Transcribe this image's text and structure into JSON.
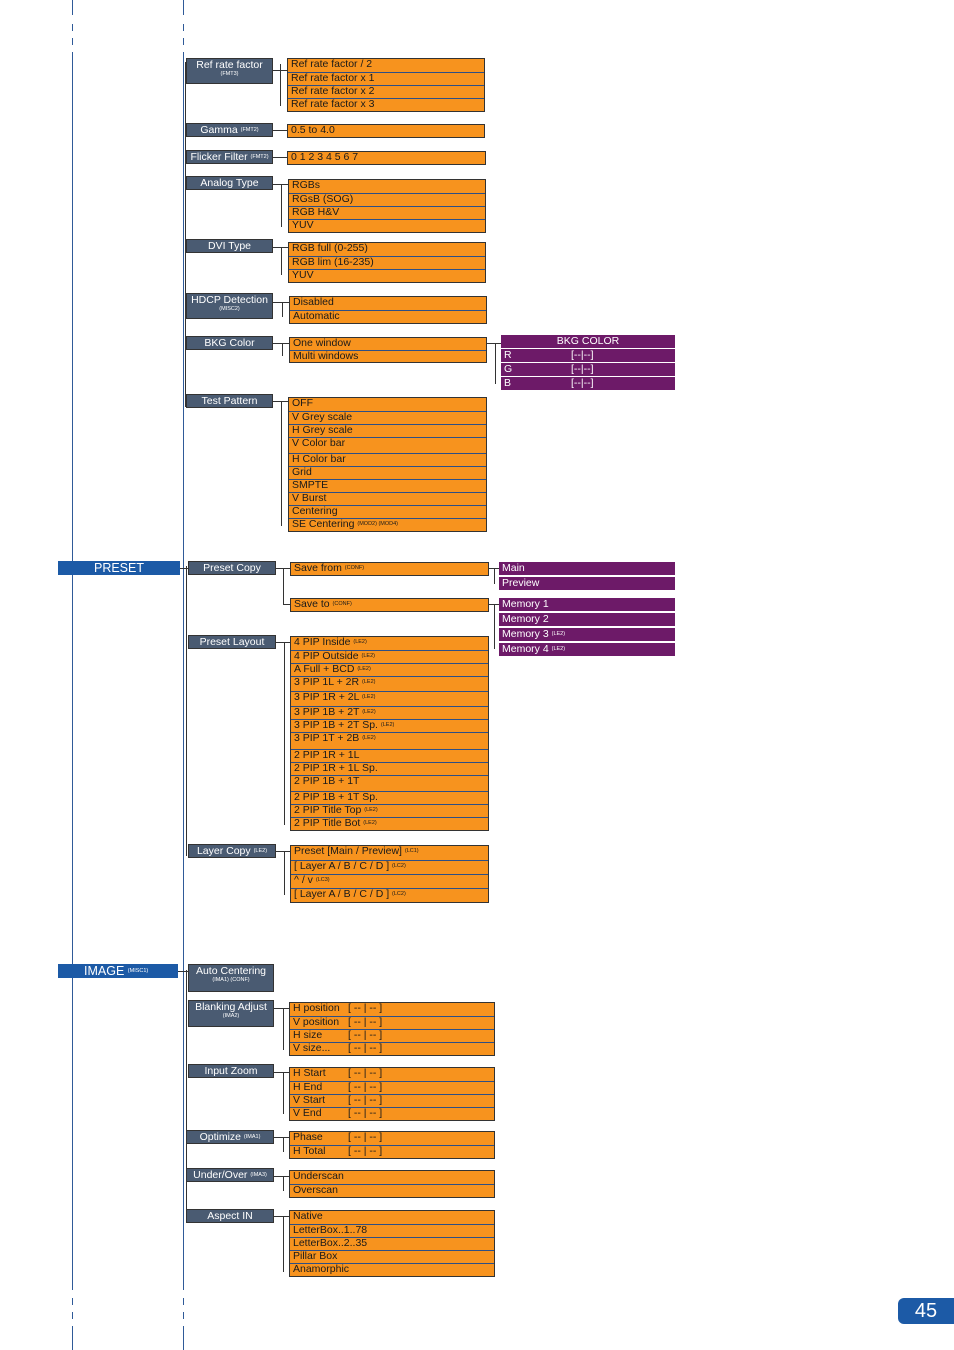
{
  "page_number": "45",
  "colors": {
    "section": "#1c5aa6",
    "menu": "#4a5b72",
    "option": "#f7931e",
    "submenu": "#6d1a68"
  },
  "sections": [
    {
      "label": "PRESET",
      "tag": ""
    },
    {
      "label": "IMAGE",
      "tag": "(MISC1)"
    }
  ],
  "menus": [
    {
      "label": "Ref rate factor",
      "tag": "(FMT3)"
    },
    {
      "label": "Gamma",
      "tag": "(FMT2)"
    },
    {
      "label": "Flicker Filter",
      "tag": "(FMT2)"
    },
    {
      "label": "Analog Type",
      "tag": ""
    },
    {
      "label": "DVI Type",
      "tag": ""
    },
    {
      "label": "HDCP Detection",
      "tag": "(MISC2)"
    },
    {
      "label": "BKG Color",
      "tag": ""
    },
    {
      "label": "Test Pattern",
      "tag": ""
    },
    {
      "label": "Preset Copy",
      "tag": ""
    },
    {
      "label": "Preset Layout",
      "tag": ""
    },
    {
      "label": "Layer Copy",
      "tag": "(LE2)"
    },
    {
      "label": "Auto Centering",
      "tag": "(IMA1) (CONF)"
    },
    {
      "label": "Blanking Adjust",
      "tag": "(IMA2)"
    },
    {
      "label": "Input Zoom",
      "tag": ""
    },
    {
      "label": "Optimize",
      "tag": "(IMA1)"
    },
    {
      "label": "Under/Over",
      "tag": "(IMA3)"
    },
    {
      "label": "Aspect IN",
      "tag": ""
    }
  ],
  "groups": [
    {
      "items": [
        {
          "label": "Ref rate factor / 2",
          "tag": ""
        },
        {
          "label": "Ref rate factor x 1",
          "tag": ""
        },
        {
          "label": "Ref rate factor x 2",
          "tag": ""
        },
        {
          "label": "Ref rate factor x 3",
          "tag": ""
        }
      ]
    },
    {
      "items": [
        {
          "label": "0.5 to 4.0",
          "tag": ""
        }
      ]
    },
    {
      "items": [
        {
          "label": "0 1 2 3 4 5 6 7",
          "tag": ""
        }
      ]
    },
    {
      "items": [
        {
          "label": "RGBs",
          "tag": ""
        },
        {
          "label": "RGsB (SOG)",
          "tag": ""
        },
        {
          "label": "RGB H&V",
          "tag": ""
        },
        {
          "label": "YUV",
          "tag": ""
        }
      ]
    },
    {
      "items": [
        {
          "label": "RGB full (0-255)",
          "tag": ""
        },
        {
          "label": "RGB lim (16-235)",
          "tag": ""
        },
        {
          "label": "YUV",
          "tag": ""
        }
      ]
    },
    {
      "items": [
        {
          "label": "Disabled",
          "tag": ""
        },
        {
          "label": "Automatic",
          "tag": ""
        }
      ]
    },
    {
      "items": [
        {
          "label": "One window",
          "tag": ""
        },
        {
          "label": "Multi windows",
          "tag": ""
        }
      ]
    },
    {
      "items": [
        {
          "label": "OFF",
          "tag": ""
        },
        {
          "label": "V Grey scale",
          "tag": ""
        },
        {
          "label": "H Grey scale",
          "tag": ""
        },
        {
          "label": "V Color bar",
          "tag": ""
        },
        {
          "label": "H Color bar",
          "tag": ""
        },
        {
          "label": "Grid",
          "tag": ""
        },
        {
          "label": "SMPTE",
          "tag": ""
        },
        {
          "label": "V Burst",
          "tag": ""
        },
        {
          "label": "Centering",
          "tag": ""
        },
        {
          "label": "SE Centering",
          "tag": "(MOD2) (MOD4)"
        }
      ]
    },
    {
      "items": [
        {
          "label": "Save from",
          "tag": "(CONF)"
        }
      ]
    },
    {
      "items": [
        {
          "label": "Save to",
          "tag": "(CONF)"
        }
      ]
    },
    {
      "items": [
        {
          "label": "4 PIP Inside",
          "tag": "(LE2)"
        },
        {
          "label": "4 PIP Outside",
          "tag": "(LE2)"
        },
        {
          "label": "A Full + BCD",
          "tag": "(LE2)"
        },
        {
          "label": "3 PIP 1L + 2R",
          "tag": "(LE2)"
        },
        {
          "label": "3 PIP 1R + 2L",
          "tag": "(LE2)"
        },
        {
          "label": "3 PIP 1B + 2T",
          "tag": "(LE2)"
        },
        {
          "label": "3 PIP 1B + 2T Sp.",
          "tag": "(LE2)"
        },
        {
          "label": "3 PIP 1T + 2B",
          "tag": "(LE2)"
        },
        {
          "label": "2 PIP 1R + 1L",
          "tag": ""
        },
        {
          "label": "2 PIP 1R + 1L Sp.",
          "tag": ""
        },
        {
          "label": "2 PIP 1B + 1T",
          "tag": ""
        },
        {
          "label": "2 PIP 1B + 1T Sp.",
          "tag": ""
        },
        {
          "label": "2 PIP Title Top",
          "tag": "(LE2)"
        },
        {
          "label": "2 PIP Title Bot",
          "tag": "(LE2)"
        }
      ]
    },
    {
      "items": [
        {
          "label": "Preset [Main / Preview]",
          "tag": "(LC1)"
        },
        {
          "label": "[ Layer A / B / C / D ]",
          "tag": "(LC2)"
        },
        {
          "label": "^ / v",
          "tag": "(LC3)"
        },
        {
          "label": "[ Layer A / B / C / D ]",
          "tag": "(LC2)"
        }
      ]
    },
    {
      "items": [
        {
          "label": "H position",
          "value": "[ -- | -- ]"
        },
        {
          "label": "V position",
          "value": "[ -- | -- ]"
        },
        {
          "label": "H size",
          "value": "[ -- | -- ]"
        },
        {
          "label": "V size...",
          "value": "[ -- | -- ]"
        }
      ]
    },
    {
      "items": [
        {
          "label": "H Start",
          "value": "[ -- | -- ]"
        },
        {
          "label": "H End",
          "value": "[ -- | -- ]"
        },
        {
          "label": "V Start",
          "value": "[ -- | -- ]"
        },
        {
          "label": "V End",
          "value": "[ -- | -- ]"
        }
      ]
    },
    {
      "items": [
        {
          "label": "Phase",
          "value": "[ -- | -- ]"
        },
        {
          "label": "H Total",
          "value": "[ -- | -- ]"
        }
      ]
    },
    {
      "items": [
        {
          "label": "Underscan",
          "tag": ""
        },
        {
          "label": "Overscan",
          "tag": ""
        }
      ]
    },
    {
      "items": [
        {
          "label": "Native",
          "tag": ""
        },
        {
          "label": "LetterBox..1..78",
          "tag": ""
        },
        {
          "label": "LetterBox..2..35",
          "tag": ""
        },
        {
          "label": "Pillar Box",
          "tag": ""
        },
        {
          "label": "Anamorphic",
          "tag": ""
        }
      ]
    }
  ],
  "bkg_color": {
    "title": "BKG COLOR",
    "rows": [
      {
        "label": "R",
        "value": "[--|--]"
      },
      {
        "label": "G",
        "value": "[--|--]"
      },
      {
        "label": "B",
        "value": "[--|--]"
      }
    ]
  },
  "save_from_options": [
    {
      "label": "Main",
      "tag": ""
    },
    {
      "label": "Preview",
      "tag": ""
    }
  ],
  "save_to_options": [
    {
      "label": "Memory 1",
      "tag": ""
    },
    {
      "label": "Memory 2",
      "tag": ""
    },
    {
      "label": "Memory 3",
      "tag": "(LE2)"
    },
    {
      "label": "Memory 4",
      "tag": "(LE2)"
    }
  ]
}
